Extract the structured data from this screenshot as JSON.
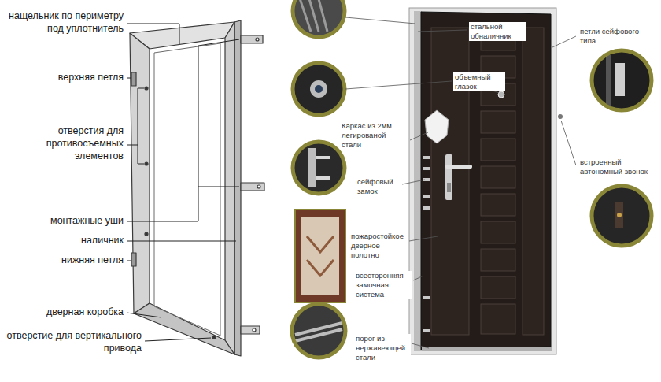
{
  "diagram": {
    "labels": [
      "нащельник по периметру под уплотнитель",
      "верхняя петля",
      "отверстия для противосъемных элементов",
      "монтажные уши",
      "наличник",
      "нижняя петля",
      "дверная коробка",
      "отверстие для вертикального привода",
      "стальной обналичник",
      "объемный глазок",
      "Каркас из 2мм легированой стали",
      "сейфовый замок",
      "пожаростойкое дверное полотно",
      "всесторонняя замочная система",
      "порог из нержавеющей стали",
      "петли сейфового типа",
      "встроенный автономный звонок"
    ]
  }
}
